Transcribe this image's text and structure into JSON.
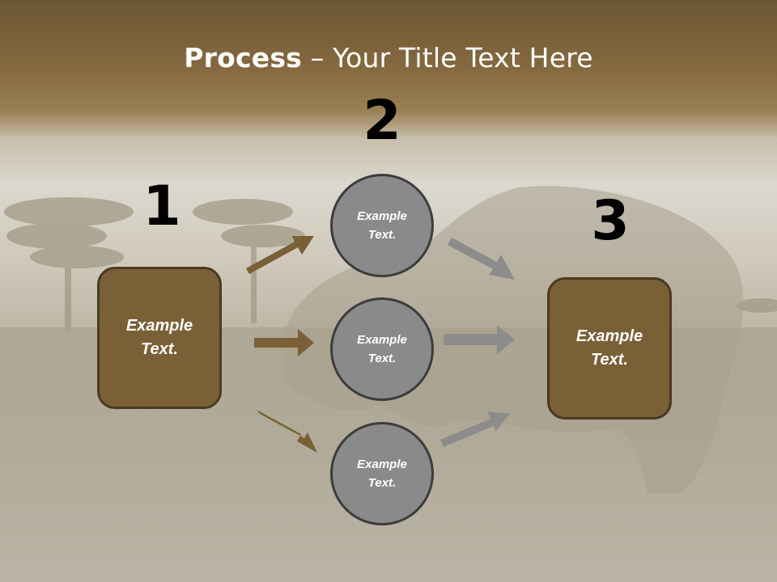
{
  "title": {
    "bold": "Process",
    "rest": " – Your Title Text Here"
  },
  "steps": {
    "one": {
      "number": "1",
      "text": "Example Text."
    },
    "two": {
      "number": "2"
    },
    "three": {
      "number": "3",
      "text": "Example Text."
    }
  },
  "circles": [
    {
      "text": "Example Text."
    },
    {
      "text": "Example Text."
    },
    {
      "text": "Example Text."
    }
  ],
  "colors": {
    "box_fill": "#7a6037",
    "box_border": "#4a3a22",
    "circle_fill": "#8a8a8a",
    "circle_border": "#3c3c3c",
    "brown_arrow": "#7a6037",
    "gray_arrow": "#8c8c8c",
    "header_band": "#6e5a38"
  }
}
